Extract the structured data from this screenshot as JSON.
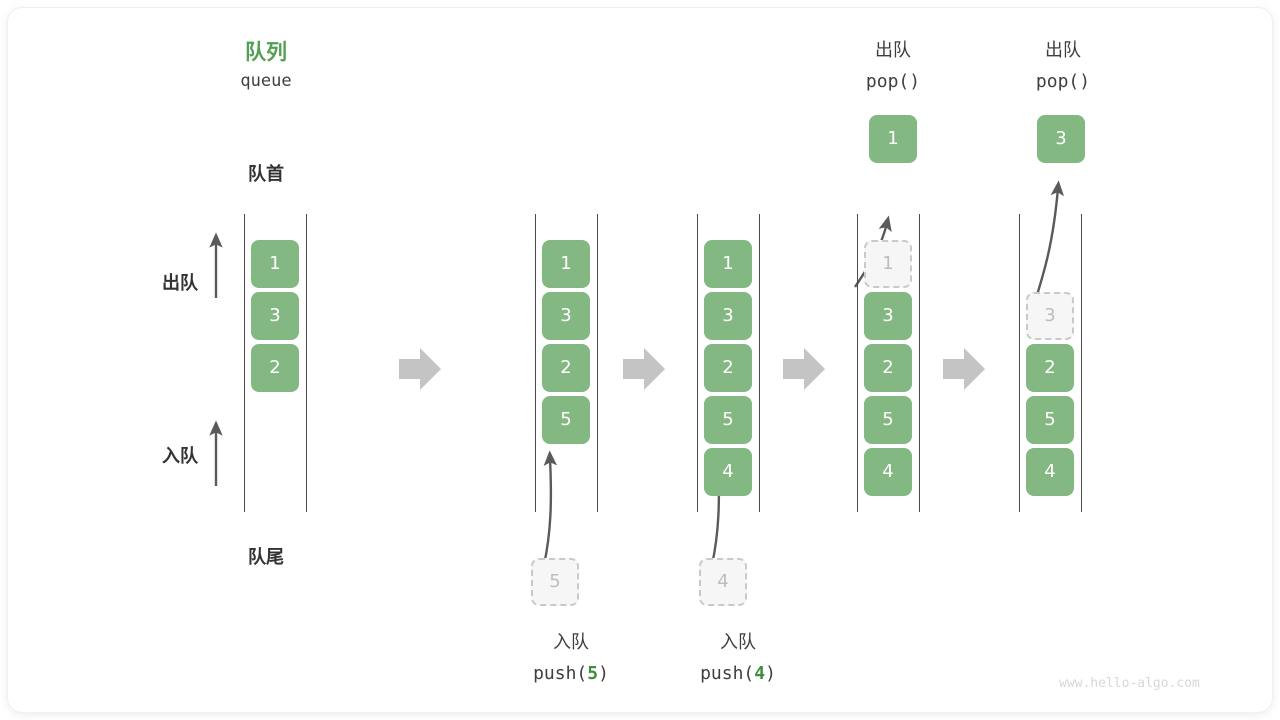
{
  "diagram": {
    "title_cn": "队列",
    "title_en": "queue",
    "front_label": "队首",
    "rear_label": "队尾",
    "dequeue_label": "出队",
    "enqueue_label": "入队",
    "watermark": "www.hello-algo.com",
    "colors": {
      "cell_green": "#84b883",
      "title_green": "#52a052",
      "code_arg_green": "#3f8f3f",
      "ghost_fill": "#f6f6f6",
      "ghost_border": "#c9c9c9",
      "ghost_text": "#bdbdbd",
      "rail": "#4a4a4a",
      "step_arrow": "#c4c4c4",
      "motion_arrow": "#5a5a5a",
      "text": "#333333",
      "watermark": "#d8d8d8"
    },
    "columns": [
      {
        "id": "initial",
        "op_cn": "",
        "op_code": "",
        "top_op_cn": "",
        "top_op_code": "",
        "cells": [
          {
            "value": "1",
            "state": "solid"
          },
          {
            "value": "3",
            "state": "solid"
          },
          {
            "value": "2",
            "state": "solid"
          }
        ]
      },
      {
        "id": "push-5",
        "op_cn": "入队",
        "op_code_prefix": "push(",
        "op_code_arg": "5",
        "op_code_suffix": ")",
        "incoming": {
          "value": "5",
          "state": "ghost"
        },
        "cells": [
          {
            "value": "1",
            "state": "solid"
          },
          {
            "value": "3",
            "state": "solid"
          },
          {
            "value": "2",
            "state": "solid"
          },
          {
            "value": "5",
            "state": "solid"
          }
        ]
      },
      {
        "id": "push-4",
        "op_cn": "入队",
        "op_code_prefix": "push(",
        "op_code_arg": "4",
        "op_code_suffix": ")",
        "incoming": {
          "value": "4",
          "state": "ghost"
        },
        "cells": [
          {
            "value": "1",
            "state": "solid"
          },
          {
            "value": "3",
            "state": "solid"
          },
          {
            "value": "2",
            "state": "solid"
          },
          {
            "value": "5",
            "state": "solid"
          },
          {
            "value": "4",
            "state": "solid"
          }
        ]
      },
      {
        "id": "pop-1",
        "top_op_cn": "出队",
        "top_op_code": "pop()",
        "outgoing": {
          "value": "1",
          "state": "solid"
        },
        "cells": [
          {
            "value": "1",
            "state": "ghost"
          },
          {
            "value": "3",
            "state": "solid"
          },
          {
            "value": "2",
            "state": "solid"
          },
          {
            "value": "5",
            "state": "solid"
          },
          {
            "value": "4",
            "state": "solid"
          }
        ]
      },
      {
        "id": "pop-3",
        "top_op_cn": "出队",
        "top_op_code": "pop()",
        "outgoing": {
          "value": "3",
          "state": "solid"
        },
        "cells": [
          {
            "value": "3",
            "state": "ghost"
          },
          {
            "value": "2",
            "state": "solid"
          },
          {
            "value": "5",
            "state": "solid"
          },
          {
            "value": "4",
            "state": "solid"
          }
        ]
      }
    ]
  }
}
